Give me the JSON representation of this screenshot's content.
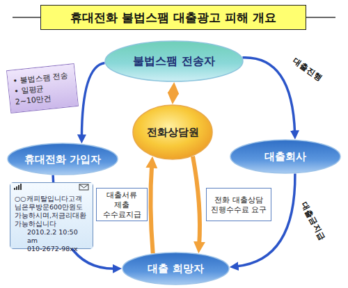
{
  "diagram": {
    "title": "휴대전화 불법스팸 대출광고 피해 개요",
    "nodes": [
      {
        "text": [
          "불법스팸 전송자"
        ]
      },
      {
        "text": [
          "• 불법스팸 전송",
          "• 일평균 2~10만건"
        ]
      },
      {
        "text": [
          "휴대전화 가입자"
        ]
      },
      {
        "text": [
          "전화상담원"
        ]
      },
      {
        "text": [
          "대출회사"
        ]
      },
      {
        "text": [
          "○○캐피탈입니다고객 님은무방문600만원도 가능하시며,저금리대환 가능하십니다",
          "2010.2.2 10:50 am",
          "010-2672-98xx"
        ]
      },
      {
        "text": [
          "대출서류 제출 수수료지급"
        ]
      },
      {
        "text": [
          "전화 대출상담 진행수수료 요구"
        ]
      },
      {
        "text": [
          "대출 희망자"
        ]
      }
    ],
    "edges": [
      {
        "from": 0,
        "to": 2,
        "arrow": "to"
      },
      {
        "from": 0,
        "to": 4,
        "label": "대출진행",
        "arrow": "to"
      },
      {
        "from": 0,
        "to": 3,
        "arrow": "both"
      },
      {
        "from": 4,
        "to": 8,
        "label": "대출금지급",
        "arrow": "to"
      },
      {
        "from": 2,
        "to": 8,
        "arrow": "to"
      },
      {
        "from": 8,
        "to": 3,
        "arrow": "to"
      },
      {
        "from": 3,
        "to": 8,
        "arrow": "to"
      }
    ]
  }
}
